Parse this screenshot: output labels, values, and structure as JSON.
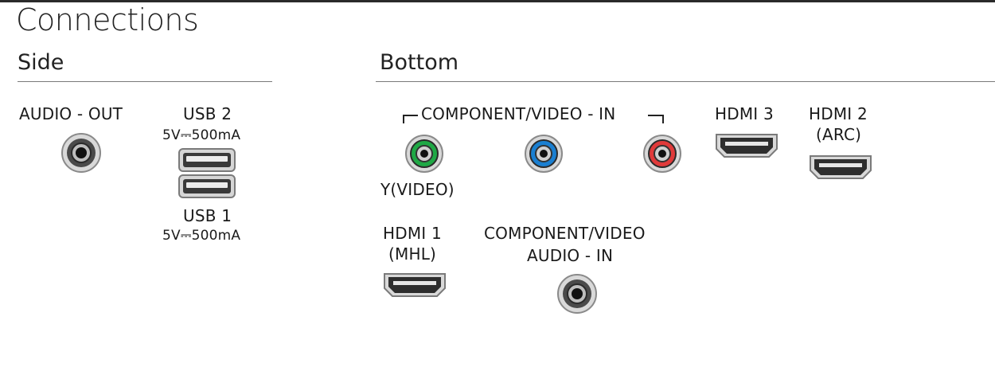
{
  "title": "Connections",
  "sections": {
    "side": "Side",
    "bottom": "Bottom"
  },
  "side": {
    "audio_out": "AUDIO - OUT",
    "usb2": "USB 2",
    "usb2_spec": "5V⎓500mA",
    "usb1": "USB 1",
    "usb1_spec": "5V⎓500mA"
  },
  "bottom": {
    "component_in": "COMPONENT/VIDEO - IN",
    "y_video": "Y(VIDEO)",
    "hdmi3": "HDMI 3",
    "hdmi2_line1": "HDMI 2",
    "hdmi2_line2": "(ARC)",
    "hdmi1_line1": "HDMI 1",
    "hdmi1_line2": "(MHL)",
    "comp_audio_line1": "COMPONENT/VIDEO",
    "comp_audio_line2": "AUDIO - IN"
  },
  "colors": {
    "green_jack": "#1fa845",
    "blue_jack": "#1a7fd1",
    "red_jack": "#e03a3a"
  }
}
